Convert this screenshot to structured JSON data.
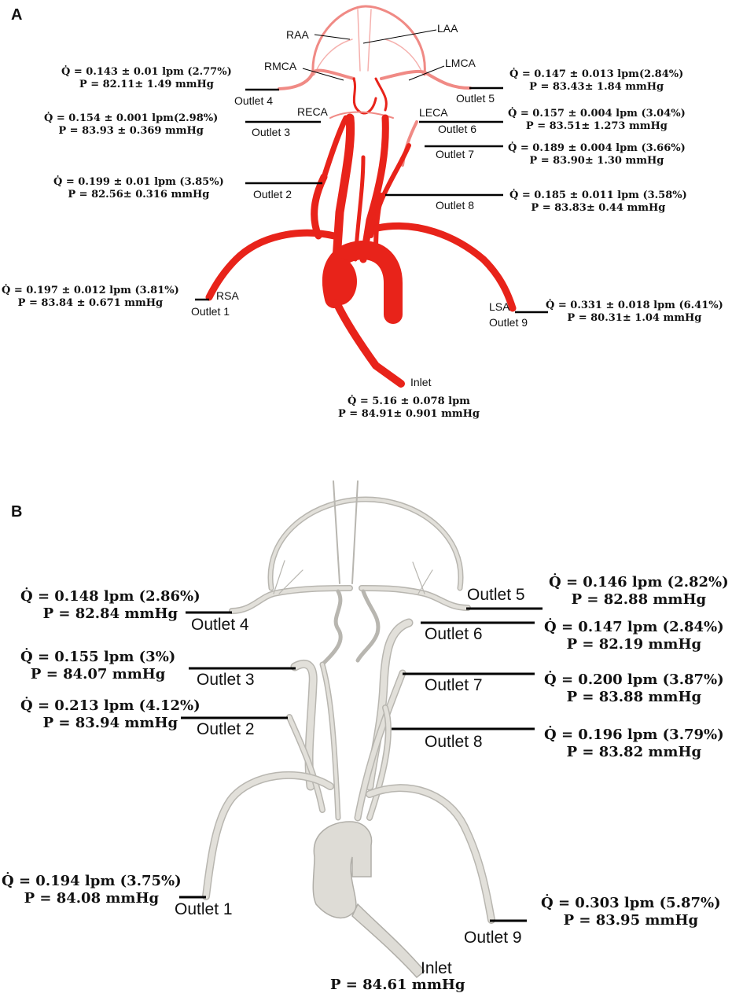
{
  "panelA": {
    "label": "A",
    "vessels": {
      "raa": "RAA",
      "laa": "LAA",
      "rmca": "RMCA",
      "lmca": "LMCA",
      "reca": "RECA",
      "leca": "LECA",
      "rsa": "RSA",
      "lsa": "LSA"
    },
    "outlets": {
      "o1": {
        "name": "Outlet 1",
        "q": "Q̇ = 0.197 ± 0.012 lpm (3.81%)",
        "p": "P = 83.84 ± 0.671 mmHg"
      },
      "o2": {
        "name": "Outlet 2",
        "q": "Q̇ = 0.199 ± 0.01 lpm (3.85%)",
        "p": "P = 82.56± 0.316 mmHg"
      },
      "o3": {
        "name": "Outlet 3",
        "q": "Q̇ = 0.154 ± 0.001 lpm(2.98%)",
        "p": "P = 83.93 ± 0.369 mmHg"
      },
      "o4": {
        "name": "Outlet 4",
        "q": "Q̇ = 0.143 ± 0.01 lpm (2.77%)",
        "p": "P = 82.11± 1.49 mmHg"
      },
      "o5": {
        "name": "Outlet 5",
        "q": "Q̇ = 0.147 ± 0.013 lpm(2.84%)",
        "p": "P = 83.43± 1.84 mmHg"
      },
      "o6": {
        "name": "Outlet 6",
        "q": "Q̇ = 0.157 ± 0.004 lpm (3.04%)",
        "p": "P = 83.51± 1.273 mmHg"
      },
      "o7": {
        "name": "Outlet 7",
        "q": "Q̇ = 0.189 ± 0.004 lpm (3.66%)",
        "p": "P = 83.90± 1.30 mmHg"
      },
      "o8": {
        "name": "Outlet 8",
        "q": "Q̇ = 0.185 ± 0.011 lpm (3.58%)",
        "p": "P = 83.83± 0.44 mmHg"
      },
      "o9": {
        "name": "Outlet 9",
        "q": "Q̇ = 0.331 ± 0.018 lpm (6.41%)",
        "p": "P = 80.31± 1.04 mmHg"
      }
    },
    "inlet": {
      "name": "Inlet",
      "q": "Q̇ = 5.16 ± 0.078 lpm",
      "p": "P = 84.91± 0.901 mmHg"
    },
    "color": "#e8231a"
  },
  "panelB": {
    "label": "B",
    "outlets": {
      "o1": {
        "name": "Outlet 1",
        "q": "Q̇ = 0.194 lpm (3.75%)",
        "p": "P = 84.08 mmHg"
      },
      "o2": {
        "name": "Outlet 2",
        "q": "Q̇ = 0.213 lpm (4.12%)",
        "p": "P = 83.94 mmHg"
      },
      "o3": {
        "name": "Outlet 3",
        "q": "Q̇ = 0.155 lpm (3%)",
        "p": "P = 84.07 mmHg"
      },
      "o4": {
        "name": "Outlet 4",
        "q": "Q̇ = 0.148 lpm (2.86%)",
        "p": "P = 82.84 mmHg"
      },
      "o5": {
        "name": "Outlet 5",
        "q": "Q̇ = 0.146 lpm (2.82%)",
        "p": "P = 82.88 mmHg"
      },
      "o6": {
        "name": "Outlet 6",
        "q": "Q̇ = 0.147 lpm (2.84%)",
        "p": "P = 82.19 mmHg"
      },
      "o7": {
        "name": "Outlet 7",
        "q": "Q̇ = 0.200 lpm (3.87%)",
        "p": "P = 83.88 mmHg"
      },
      "o8": {
        "name": "Outlet 8",
        "q": "Q̇ = 0.196 lpm (3.79%)",
        "p": "P = 83.82 mmHg"
      },
      "o9": {
        "name": "Outlet 9",
        "q": "Q̇ = 0.303 lpm (5.87%)",
        "p": "P = 83.95 mmHg"
      }
    },
    "inlet": {
      "name": "Inlet",
      "p": "P = 84.61 mmHg"
    },
    "color": "#d8d6d0"
  }
}
